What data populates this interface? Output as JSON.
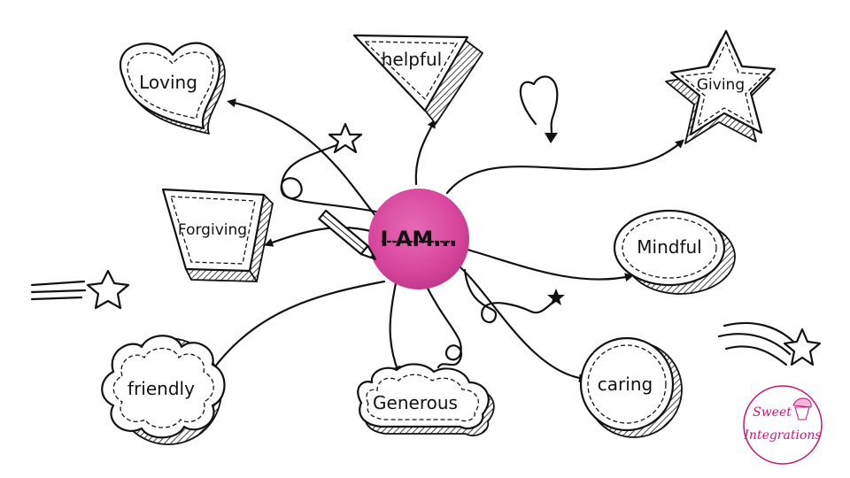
{
  "center": {
    "label": "I AM...",
    "color": "#d9479e"
  },
  "nodes": {
    "loving": "Loving",
    "helpful": "helpful",
    "giving": "Giving",
    "forgiving": "Forgiving",
    "mindful": "Mindful",
    "friendly": "friendly",
    "generous": "Generous",
    "caring": "caring"
  },
  "logo": {
    "line1": "Sweet",
    "line2": "Integrations",
    "color": "#c2187a"
  },
  "icons": [
    "pencil-icon",
    "heart-doodle-icon",
    "star-icon",
    "shooting-star-icon",
    "cupcake-icon"
  ]
}
